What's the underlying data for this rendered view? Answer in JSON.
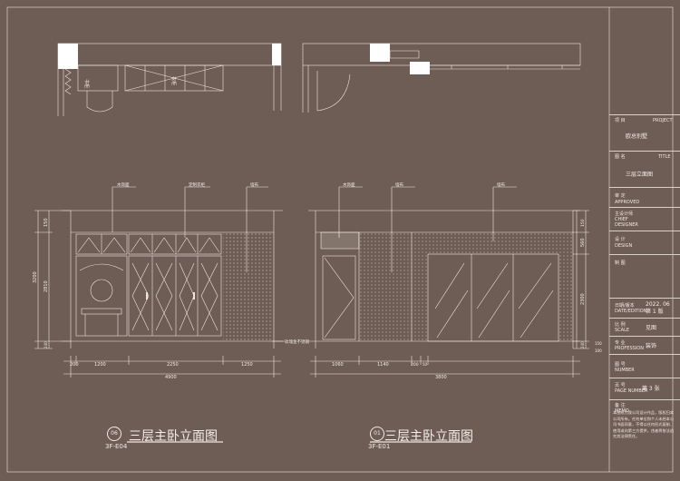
{
  "drawing": {
    "plan_labels": {
      "bookcase": "书柜",
      "wardrobe": "衣柜"
    },
    "left_elevation": {
      "caption_title": "三层主卧立面图",
      "caption_number": "06",
      "caption_code": "3F-E04",
      "callouts": [
        "木饰面",
        "定制衣柜",
        "墙布"
      ],
      "note": "玫瑰金不锈钢",
      "dims_bottom": [
        "200",
        "1200",
        "2250",
        "1250"
      ],
      "dim_total": "4900",
      "dims_side": [
        "3200",
        "2810",
        "150",
        "240"
      ]
    },
    "right_elevation": {
      "caption_title": "三层主卧立面图",
      "caption_number": "01",
      "caption_code": "3F-E01",
      "callouts": [
        "木饰面",
        "墙布",
        "墙布"
      ],
      "dims_bottom": [
        "1060",
        "1140",
        "200",
        "50"
      ],
      "dim_total": "3800",
      "dims_side": [
        "560",
        "2300",
        "150",
        "240",
        "150",
        "100"
      ]
    }
  },
  "title_block": {
    "project_label_cn": "项  目",
    "project_label_en": "PROJECT",
    "project_value": "欧总别墅",
    "title_label_cn": "图  名",
    "title_label_en": "TITLE",
    "title_value": "三层立面图",
    "approved_cn": "审  定",
    "approved_en": "APPROVED",
    "chief_cn": "主设计师",
    "chief_en1": "CHIEF",
    "chief_en2": "DESIGNER",
    "design_cn": "设  计",
    "design_en": "DESIGN",
    "draw_cn": "制  图",
    "date_cn": "日期/版本",
    "date_en": "DATE/EDITION",
    "date_value": "2022. 06",
    "edition_value": "第 1 版",
    "scale_cn": "比  例",
    "scale_en": "SCALE",
    "scale_value": "见图",
    "prof_cn": "专  业",
    "prof_en": "PROFESSION",
    "prof_value": "装饰",
    "number_cn": "图  号",
    "number_en": "NUMBER",
    "page_cn": "页  号",
    "page_en": "PAGE NUMBER",
    "page_value": "第 3 张",
    "memo_cn": "备  注",
    "memo_en": "MEMO",
    "memo_text": "本图纸为我公司设计作品，版权归本公司所有。任何单位和个人未经本公司书面同意，不得以任何形式复制、使用或向第三方提供，违者将依法追究其法律责任。"
  }
}
